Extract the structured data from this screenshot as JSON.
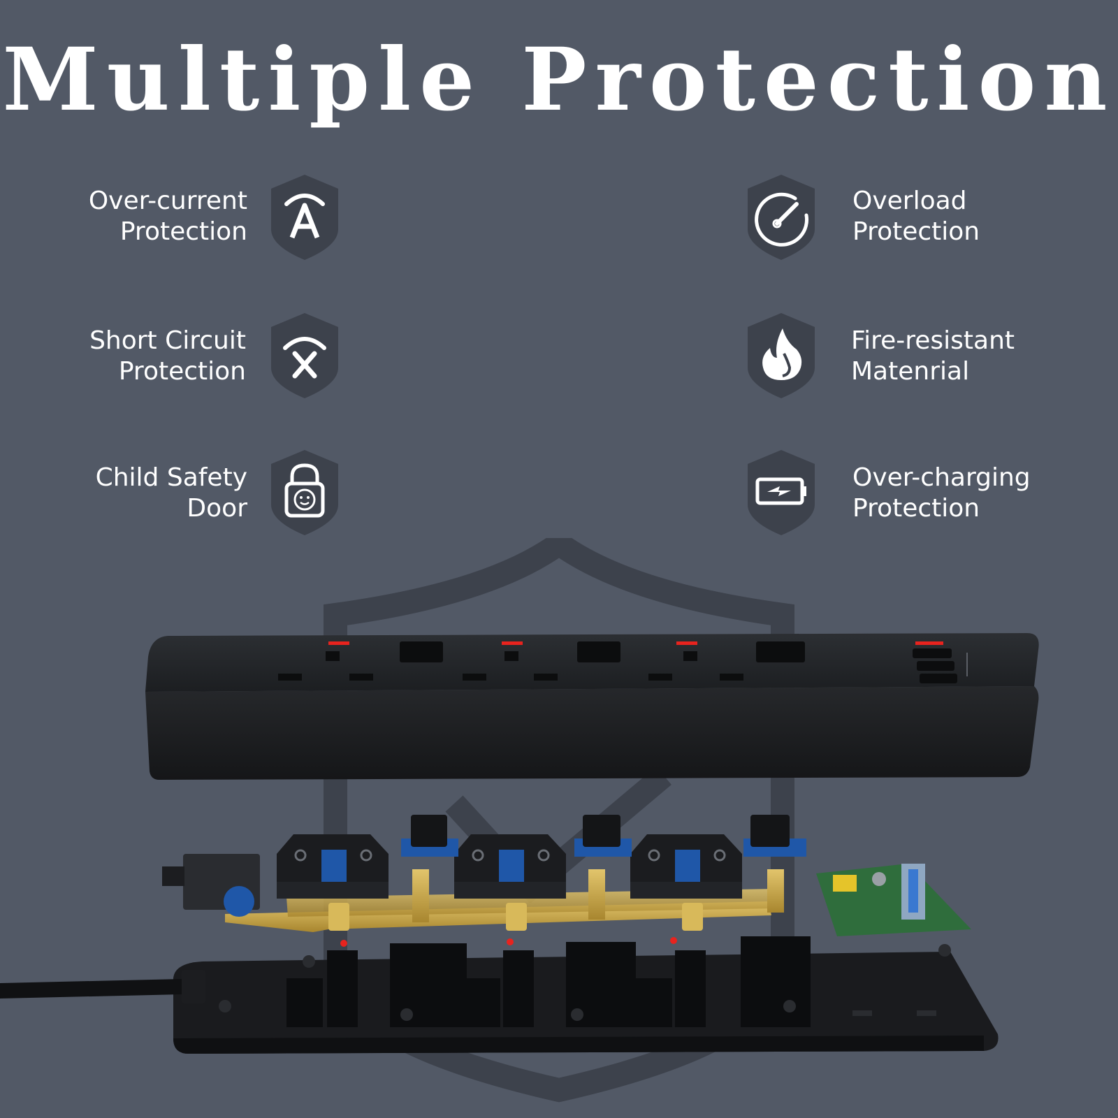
{
  "title": "Multiple Protection",
  "features": {
    "over_current": {
      "line1": "Over-current",
      "line2": "Protection",
      "icon": "ampere-icon"
    },
    "short_circuit": {
      "line1": "Short Circuit",
      "line2": "Protection",
      "icon": "short-circuit-icon"
    },
    "child_safety": {
      "line1": "Child Safety",
      "line2": "Door",
      "icon": "baby-lock-icon"
    },
    "overload": {
      "line1": "Overload",
      "line2": "Protection",
      "icon": "gauge-icon"
    },
    "fire_resistant": {
      "line1": "Fire-resistant",
      "line2": "Matenrial",
      "icon": "flame-icon"
    },
    "over_charging": {
      "line1": "Over-charging",
      "line2": "Protection",
      "icon": "battery-bolt-icon"
    }
  },
  "colors": {
    "background": "#525966",
    "shield": "#3d424c",
    "text": "#ffffff",
    "indicator": "#e8231e",
    "brass": "#c9a84a",
    "insulator": "#1f57a8"
  }
}
